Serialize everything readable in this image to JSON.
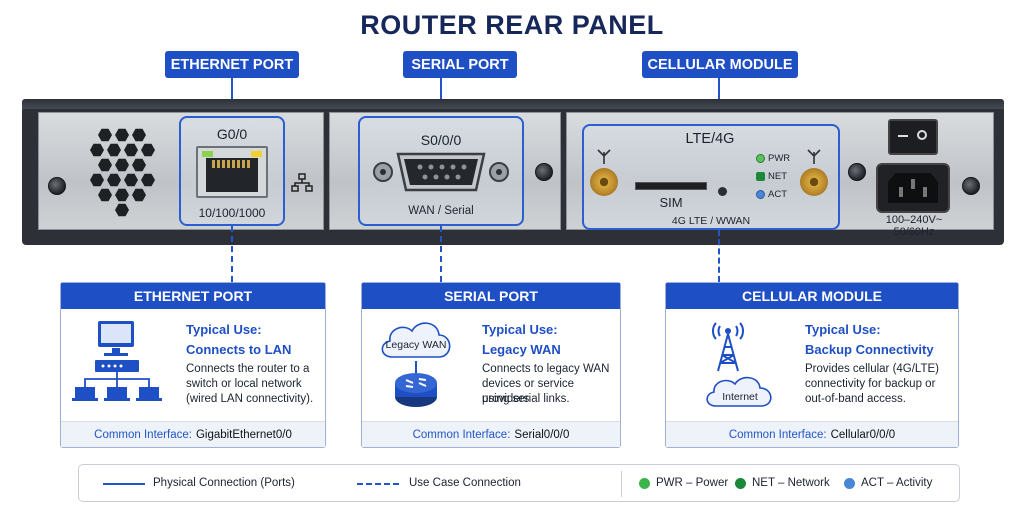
{
  "title": "ROUTER REAR PANEL",
  "tags": {
    "ethernet": "ETHERNET PORT",
    "serial": "SERIAL PORT",
    "cellular": "CELLULAR MODULE"
  },
  "panel": {
    "eth_port": "G0/0",
    "eth_speed": "10/100/1000",
    "serial_port": "S0/0/0",
    "serial_sub": "WAN / Serial",
    "lte_title": "LTE/4G",
    "sim": "SIM",
    "lte_sub": "4G LTE / WWAN",
    "led_pwr": "PWR",
    "led_net": "NET",
    "led_act": "ACT",
    "power_rating_1": "100–240V~",
    "power_rating_2": "50/60Hz"
  },
  "cards": [
    {
      "head": "ETHERNET PORT",
      "use_label": "Typical Use:",
      "use_value": "Connects to LAN",
      "desc": [
        "Connects the router to a",
        "switch or local network",
        "(wired LAN connectivity)."
      ],
      "foot_key": "Common Interface:",
      "foot_val": "GigabitEthernet0/0"
    },
    {
      "head": "SERIAL PORT",
      "use_label": "Typical Use:",
      "use_value": "Legacy WAN",
      "desc": [
        "Connects to legacy WAN",
        "devices or service providers",
        "using serial links."
      ],
      "foot_key": "Common Interface:",
      "foot_val": "Serial0/0/0",
      "cloud": "Legacy WAN"
    },
    {
      "head": "CELLULAR MODULE",
      "use_label": "Typical Use:",
      "use_value": "Backup Connectivity",
      "desc": [
        "Provides cellular (4G/LTE)",
        "connectivity for backup or",
        "out-of-band access."
      ],
      "foot_key": "Common Interface:",
      "foot_val": "Cellular0/0/0",
      "cloud": "Internet"
    }
  ],
  "legend": {
    "physical": "Physical Connection (Ports)",
    "usecase": "Use Case Connection",
    "pwr": "PWR – Power",
    "net": "NET – Network",
    "act": "ACT – Activity",
    "colors": {
      "pwr": "#3bb54a",
      "net": "#1a8a3a",
      "act": "#4a86d6"
    }
  }
}
